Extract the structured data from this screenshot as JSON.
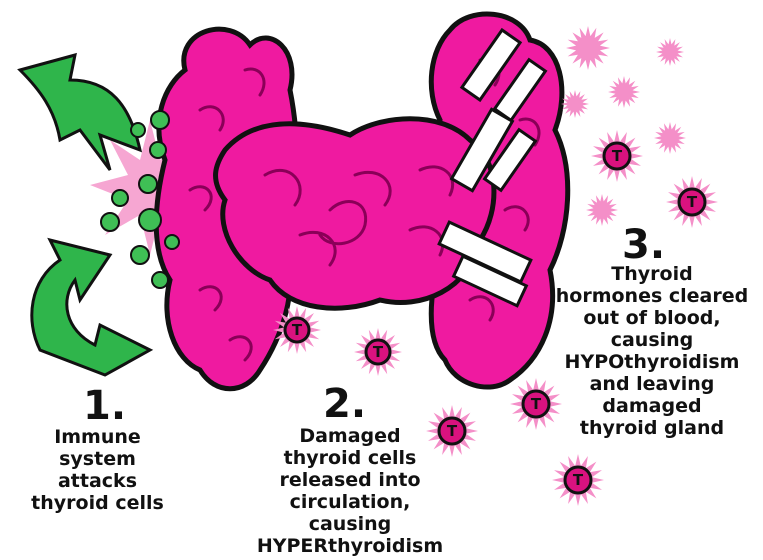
{
  "colors": {
    "gland": "#ef1aa0",
    "gland_dark": "#b8087a",
    "outline": "#111111",
    "immune": "#2fb54b",
    "immune_light": "#6fd87c",
    "burst": "#f48fc8",
    "hormone": "#d9127f"
  },
  "icons": [
    "thyroid-gland",
    "immune-arrow-icon",
    "antibody-bubble",
    "hormone-t-icon",
    "bandage",
    "starburst"
  ],
  "hormone_letter": "T",
  "steps": [
    {
      "number": "1.",
      "text": "Immune\nsystem\nattacks\nthyroid cells"
    },
    {
      "number": "2.",
      "text": "Damaged\nthyroid cells\nreleased into\ncirculation,\ncausing\nHYPERthyroidism"
    },
    {
      "number": "3.",
      "text": "Thyroid\nhormones cleared\nout of blood,\ncausing\nHYPOthyroidism\nand leaving\ndamaged\nthyroid gland"
    }
  ]
}
